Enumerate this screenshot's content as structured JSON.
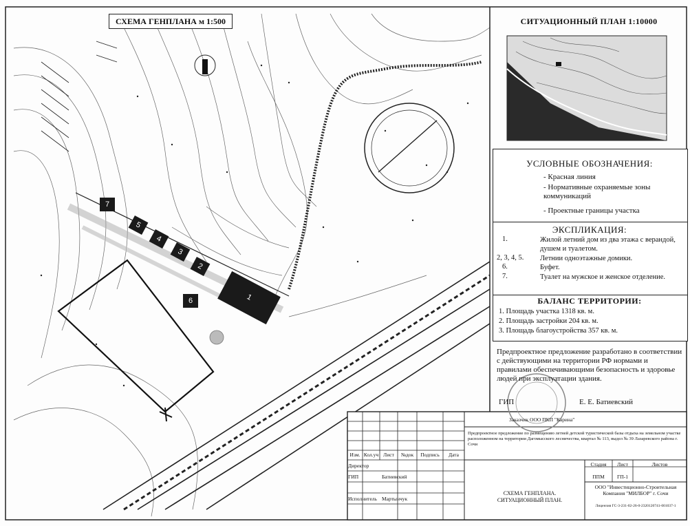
{
  "genplan": {
    "title": "СХЕМА ГЕНПЛАНА м 1:500",
    "building_labels": [
      "1",
      "2",
      "3",
      "4",
      "5",
      "6",
      "7"
    ]
  },
  "situation": {
    "title": "СИТУАЦИОННЫЙ ПЛАН  1:10000"
  },
  "legend": {
    "title": "УСЛОВНЫЕ ОБОЗНАЧЕНИЯ:",
    "items": [
      "- Красная линия",
      "- Нормативные охраняемые зоны коммуникаций",
      "- Проектные границы участка"
    ]
  },
  "explication": {
    "title": "ЭКСПЛИКАЦИЯ:",
    "items": [
      {
        "num": "1.",
        "text": "Жилой летний дом из два этажа с верандой, душем и туалетом."
      },
      {
        "num": "2, 3, 4, 5.",
        "text": "Летнии одноэтажные домики."
      },
      {
        "num": "6.",
        "text": "Буфет."
      },
      {
        "num": "7.",
        "text": "Туалет на мужское и женское отделение."
      }
    ]
  },
  "balance": {
    "title": "БАЛАНС ТЕРРИТОРИИ:",
    "items": [
      "1.  Площадь участка 1318 кв. м.",
      "2.  Площадь застройки 204 кв. м.",
      "3.  Площадь благоустройства 357 кв. м."
    ]
  },
  "note": {
    "text": "Предпроектное предложение разработано в соответствии с действующими на территории РФ нормами и правилами обеспечивающими безопасность и здоровье людей при эксплуатации здания."
  },
  "signature": {
    "role": "ГИП",
    "name": "Е. Е. Батиевский"
  },
  "title_block": {
    "customer": "Заказчик ООО ПКП \"Карина\"",
    "project": "Предпроектное предложение по размещению летней детской туристической базы отдыха на земельном участке расположенном на территории Дагомысского лесничества, квартал № 113, выдел № 39 Лазаревского района г. Сочи",
    "col_headers": [
      "Изм.",
      "Кол.уч",
      "Лист",
      "№док",
      "Подпись",
      "Дата"
    ],
    "rows": [
      {
        "role": "Директор",
        "name": ""
      },
      {
        "role": "ГИП",
        "name": "Батиевский"
      },
      {
        "role": "Исполнитель",
        "name": "Мартынчук"
      }
    ],
    "stage_headers": [
      "Стадия",
      "Лист",
      "Листов"
    ],
    "stage_values": [
      "ППМ",
      "ГП-1",
      ""
    ],
    "sheet_title": "СХЕМА ГЕНПЛАНА. СИТУАЦИОННЫЙ ПЛАН.",
    "org": "ООО \"Инвестиционно-Строительная Компания \"МИЛБОР\" г. Сочи",
    "license": "Лицензия ГС-3-231-02-26-0-2320120741-001037-1"
  }
}
